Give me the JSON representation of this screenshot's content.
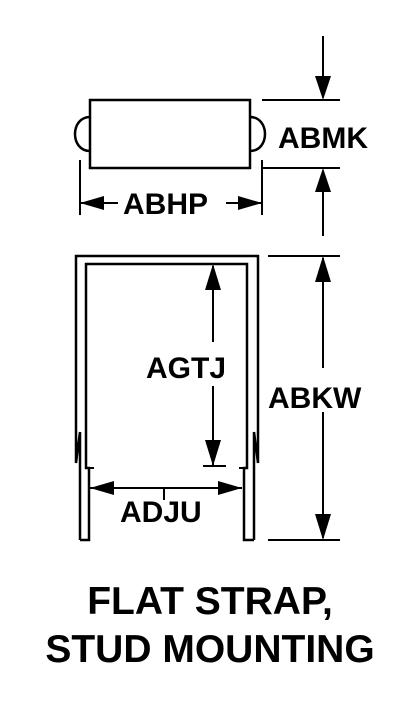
{
  "diagram": {
    "dimension_labels": {
      "abmk": "ABMK",
      "abhp": "ABHP",
      "agtj": "AGTJ",
      "abkw": "ABKW",
      "adju": "ADJU"
    },
    "caption": {
      "line1": "FLAT STRAP,",
      "line2": "STUD MOUNTING"
    }
  }
}
